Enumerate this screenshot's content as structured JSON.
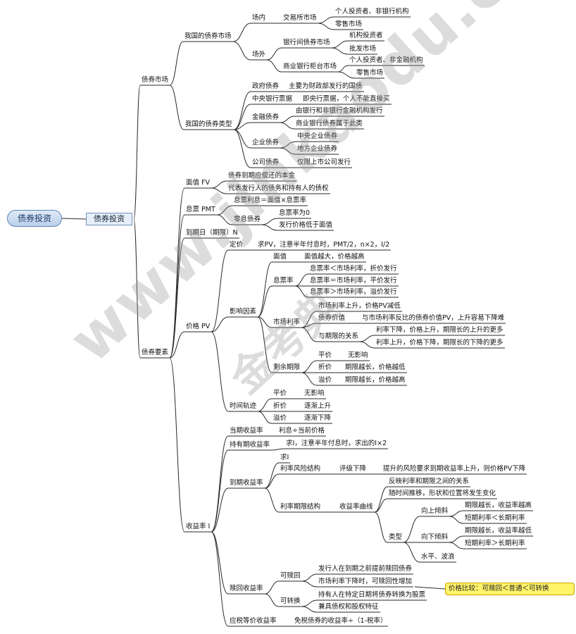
{
  "root": "债券投资",
  "main": "债券投资",
  "callout": "价格比较：可赎回＜普通＜可转换",
  "watermark": "www.jinkaodu.com",
  "watermark_cn": "金考典",
  "colors": {
    "line": "#2a2a2a",
    "root_border": "#5a86b8",
    "callout": "#fff46a"
  },
  "labels": {
    "zqsc": "债券市场",
    "wgzqsc": "我国的债券市场",
    "cn": "场内",
    "jysc": "交易所市场",
    "grtzz1": "个人投资者、非银行机构",
    "lssc1": "零售市场",
    "cw": "场外",
    "yhj": "银行间债券市场",
    "jgtzz": "机构投资者",
    "pfsc": "批发市场",
    "sygt": "商业银行柜台市场",
    "grtzz2": "个人投资者、非金融机构",
    "lssc2": "零售市场",
    "wgzqlx": "我国的债券类型",
    "zfzq": "政府债券",
    "zfzq_d": "主要为财政部发行的国债",
    "zyyhp": "中央银行票据",
    "zyyhp_d": "即央行票据，个人不能直接买",
    "jrzq": "金融债券",
    "jrzq_d1": "由银行和非银行金融机构发行",
    "jrzq_d2": "商业银行债券属于此类",
    "qyzq": "企业债券",
    "zyqy": "中央企业债券",
    "dfqy": "地方企业债券",
    "gszq": "公司债券",
    "gszq_d": "仅限上市公司发行",
    "zqys": "债券要素",
    "mz": "面值 FV",
    "mz_d1": "债券到期应偿还的本金",
    "mz_d2": "代表发行人的债务和持有人的债权",
    "xp": "息票 PMT",
    "xp_d": "息票利息＝面值×息票率",
    "ljzq": "零息债券",
    "ljzq_d1": "息票率为0",
    "ljzq_d2": "发行价格低于面值",
    "dqr": "到期日（期限）N",
    "jg": "价格 PV",
    "dj": "定价",
    "dj_d": "求PV，注意半年付息时，PMT/2，n×2，I/2",
    "yxys": "影响因素",
    "mzf": "面值",
    "mzf_d": "面值越大，价格越高",
    "xpl": "息票率",
    "xpl_d1": "息票率＜市场利率，折价发行",
    "xpl_d2": "息票率＝市场利率，平价发行",
    "xpl_d3": "息票率＞市场利率，溢价发行",
    "sclv": "市场利率",
    "sclv_d1": "市场利率上升，价格PV减低",
    "sclv_d2a": "债券价值",
    "sclv_d2b": "与市场利率反比的债券价值PV，上升容易下降难",
    "yqxgx": "与期限的关系",
    "yqx_d1": "利率下降，价格上升，期限长的上升的更多",
    "yqx_d2": "利率上升，价格下降，期限长的下降的更多",
    "syqx": "剩余期限",
    "pj1": "平价",
    "pj1_d": "无影响",
    "zj1": "折价",
    "zj1_d": "期限越长，价格越低",
    "yj1": "溢价",
    "yj1_d": "期限越长，价格越高",
    "sjgj": "时间轨迹",
    "pj2": "平价",
    "pj2_d": "无影响",
    "zj2": "折价",
    "zj2_d": "逐渐上升",
    "yj2": "溢价",
    "yj2_d": "逐渐下降",
    "syl": "收益率 I",
    "dqsyl": "当期收益率",
    "dqsyl_d": "利息÷当前价格",
    "cyqsyl": "持有期收益率",
    "cyqsyl_d": "求I，注意半年付息时，求出的I×2",
    "dqsy": "到期收益率",
    "qi": "求I",
    "llfxjg": "利率风险结构",
    "pjxj": "评级下降",
    "pjxj_d": "提升的风险要求到期收益率上升，则价格PV下降",
    "llqxjg": "利率期限结构",
    "sylqx": "收益率曲线",
    "sylqx_d1": "反映利率和期限之间的关系",
    "sylqx_d2": "随时间推移，形状和位置将发生变化",
    "lx": "类型",
    "xsqx": "向上倾斜",
    "xs_d1": "期限越长，收益率越高",
    "xs_d2": "短期利率＜长期利率",
    "xxqx": "向下倾斜",
    "xx_d1": "期限越长，收益率越低",
    "xx_d2": "短期利率＞长期利率",
    "sp": "水平、波浪",
    "shsyl": "赎回收益率",
    "ksh": "可赎回",
    "ksh_d1": "发行人在到期之前提前赎回债券",
    "ksh_d2": "市场利率下降时，可赎回性增加",
    "kzh": "可转换",
    "kzh_d1": "持有人在特定日期将债券转换为股票",
    "kzh_d2": "兼具债权和股权特征",
    "ysdj": "应税等价收益率",
    "ysdj_d": "免税债券的收益率÷（1-税率）"
  }
}
